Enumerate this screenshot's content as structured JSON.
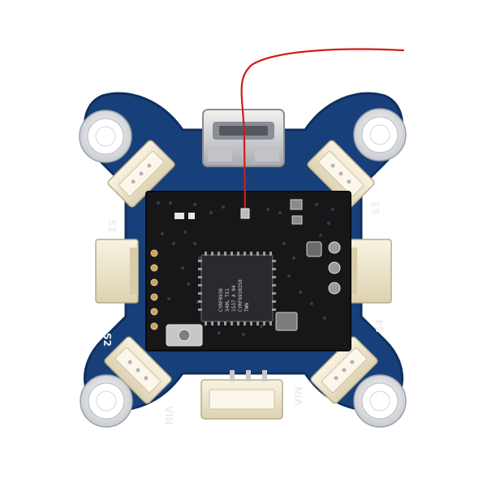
{
  "silkscreen": {
    "s1": "S1",
    "s2": "S2",
    "s3": "S3",
    "s4": "S4",
    "vin_left": "VIN",
    "vin_right": "VIN"
  },
  "chip_marking": {
    "line1": "CYRF6936",
    "line2": "340L TX1",
    "line3": "1537 A 04",
    "line4": "CYRF69303S0",
    "line5": "TWN"
  },
  "colors": {
    "board": "#17407a",
    "board_edge": "#0f2f5e",
    "module": "#17171a",
    "connector": "#efe7cf",
    "antenna": "#d11c1c"
  }
}
